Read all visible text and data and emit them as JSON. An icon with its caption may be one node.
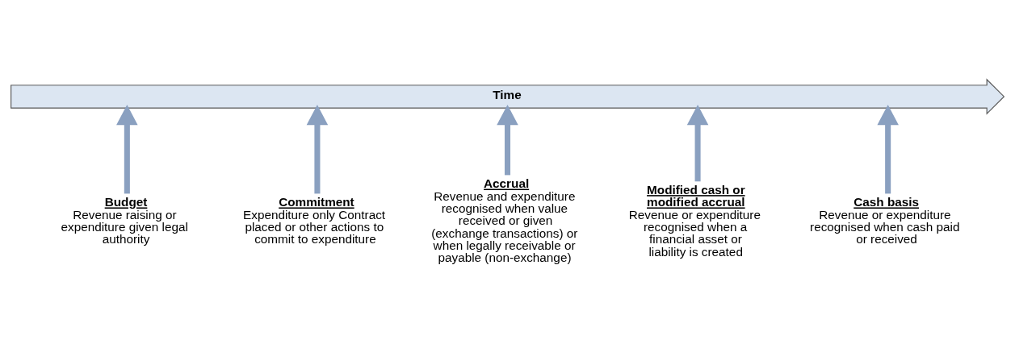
{
  "diagram": {
    "nodes": [
      {
        "text": [
          "Time"
        ]
      },
      {
        "text": [
          "Budget",
          "Revenue raising or expenditure given legal authority"
        ]
      },
      {
        "text": [
          "Commitment",
          "Expenditure only Contract placed or other actions to commit to expenditure"
        ]
      },
      {
        "text": [
          "Accrual",
          "Revenue and expenditure recognised when value received or given (exchange transactions) or when legally receivable or payable (non-exchange)"
        ]
      },
      {
        "text": [
          "Modified cash or modified accrual",
          "Revenue or expenditure recognised when a financial asset or liability is created"
        ]
      },
      {
        "text": [
          "Cash basis",
          "Revenue or expenditure recognised when cash paid or received"
        ]
      }
    ],
    "edges": [
      {
        "from": 1,
        "to": 0,
        "arrow": "to"
      },
      {
        "from": 2,
        "to": 0,
        "arrow": "to"
      },
      {
        "from": 3,
        "to": 0,
        "arrow": "to"
      },
      {
        "from": 4,
        "to": 0,
        "arrow": "to"
      },
      {
        "from": 5,
        "to": 0,
        "arrow": "to"
      }
    ]
  }
}
